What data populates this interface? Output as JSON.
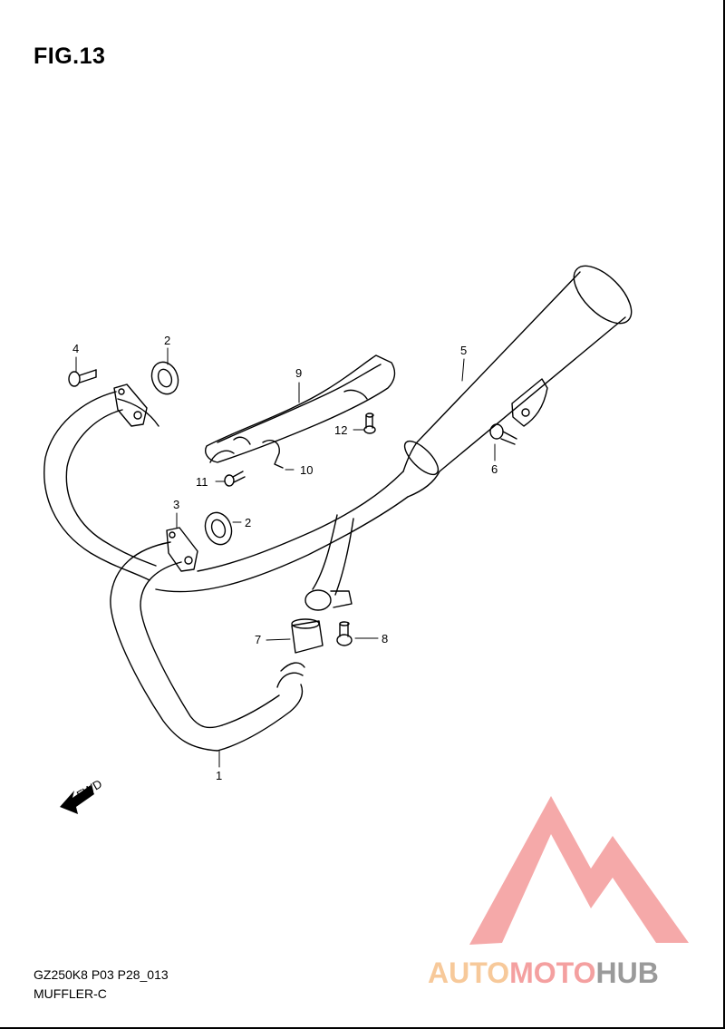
{
  "figure": {
    "title": "FIG.13"
  },
  "callouts": {
    "p1": "1",
    "p2a": "2",
    "p2b": "2",
    "p3": "3",
    "p4": "4",
    "p5": "5",
    "p6": "6",
    "p7": "7",
    "p8": "8",
    "p9": "9",
    "p10": "10",
    "p11": "11",
    "p12": "12"
  },
  "arrow": {
    "label": "FWD"
  },
  "footer": {
    "code": "GZ250K8 P03 P28_013",
    "name": "MUFFLER-C"
  },
  "watermark": {
    "part1": "AUTO",
    "part2": "MOTO",
    "part3": "HUB",
    "colors": {
      "auto": "#f7c99a",
      "moto": "#f4a0a0",
      "hub": "#9a9a9a",
      "mark": "#f39a9a"
    }
  }
}
